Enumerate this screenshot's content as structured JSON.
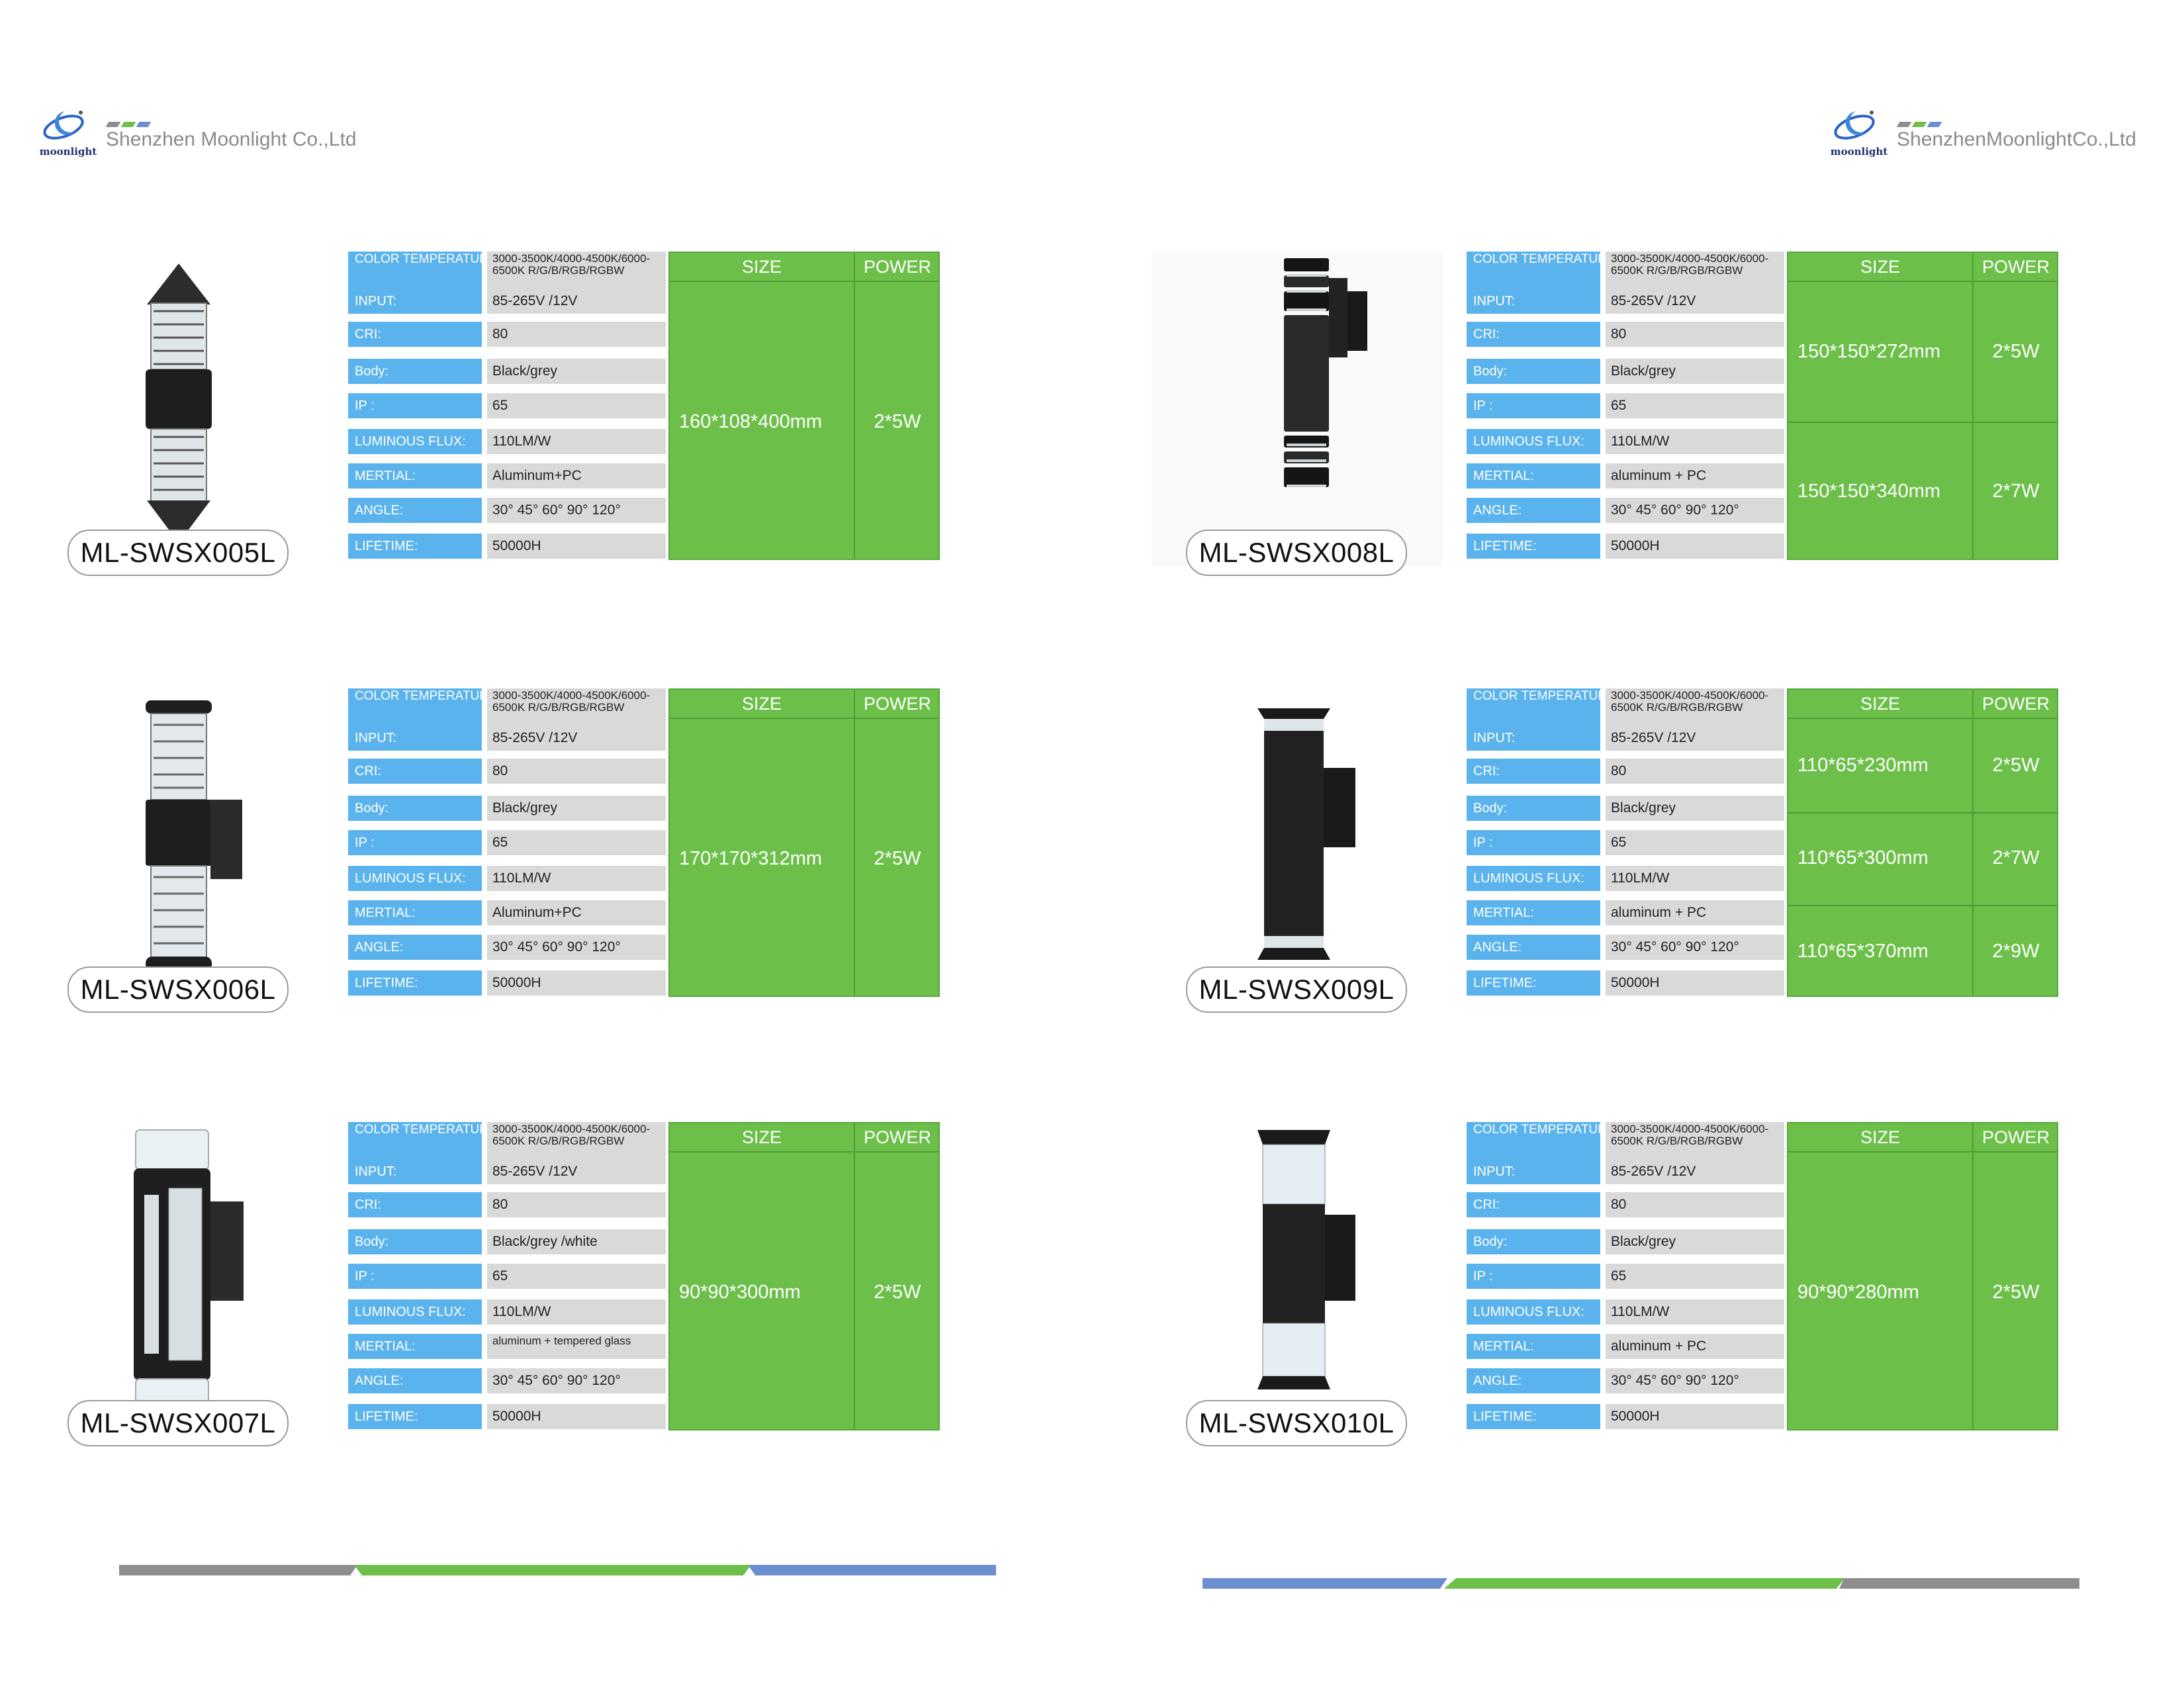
{
  "pages": [
    {
      "company": "Shenzhen Moonlight Co.,Ltd",
      "logo_text": "moonlight",
      "products": [
        {
          "model": "ML-SWSX005L",
          "specs": [
            {
              "label": "COLOR TEMPERATURE:",
              "value": "3000-3500K/4000-4500K/6000-6500K R/G/B/RGB/RGBW"
            },
            {
              "label": "INPUT:",
              "value": "85-265V /12V"
            },
            {
              "label": "CRI:",
              "value": "80"
            },
            {
              "label": "Body:",
              "value": "Black/grey"
            },
            {
              "label": "IP :",
              "value": "65"
            },
            {
              "label": "LUMINOUS FLUX:",
              "value": "110LM/W"
            },
            {
              "label": "MERTIAL:",
              "value": "Aluminum+PC"
            },
            {
              "label": "ANGLE:",
              "value": "30° 45° 60° 90° 120°"
            },
            {
              "label": "LIFETIME:",
              "value": "50000H"
            }
          ],
          "size_header": "SIZE",
          "power_header": "POWER",
          "options": [
            {
              "size": "160*108*400mm",
              "power": "2*5W"
            }
          ]
        },
        {
          "model": "ML-SWSX006L",
          "specs": [
            {
              "label": "COLOR TEMPERATURE:",
              "value": "3000-3500K/4000-4500K/6000-6500K R/G/B/RGB/RGBW"
            },
            {
              "label": "INPUT:",
              "value": "85-265V /12V"
            },
            {
              "label": "CRI:",
              "value": "80"
            },
            {
              "label": "Body:",
              "value": "Black/grey"
            },
            {
              "label": "IP :",
              "value": "65"
            },
            {
              "label": "LUMINOUS FLUX:",
              "value": "110LM/W"
            },
            {
              "label": "MERTIAL:",
              "value": "Aluminum+PC"
            },
            {
              "label": "ANGLE:",
              "value": "30° 45° 60° 90° 120°"
            },
            {
              "label": "LIFETIME:",
              "value": "50000H"
            }
          ],
          "size_header": "SIZE",
          "power_header": "POWER",
          "options": [
            {
              "size": "170*170*312mm",
              "power": "2*5W"
            }
          ]
        },
        {
          "model": "ML-SWSX007L",
          "specs": [
            {
              "label": "COLOR TEMPERATURE:",
              "value": "3000-3500K/4000-4500K/6000-6500K R/G/B/RGB/RGBW"
            },
            {
              "label": "INPUT:",
              "value": "85-265V /12V"
            },
            {
              "label": "CRI:",
              "value": "80"
            },
            {
              "label": "Body:",
              "value": "Black/grey /white"
            },
            {
              "label": "IP :",
              "value": "65"
            },
            {
              "label": "LUMINOUS FLUX:",
              "value": "110LM/W"
            },
            {
              "label": "MERTIAL:",
              "value": "aluminum + tempered glass"
            },
            {
              "label": "ANGLE:",
              "value": "30° 45° 60° 90° 120°"
            },
            {
              "label": "LIFETIME:",
              "value": "50000H"
            }
          ],
          "size_header": "SIZE",
          "power_header": "POWER",
          "options": [
            {
              "size": "90*90*300mm",
              "power": "2*5W"
            }
          ]
        }
      ]
    },
    {
      "company": "ShenzhenMoonlightCo.,Ltd",
      "logo_text": "moonlight",
      "products": [
        {
          "model": "ML-SWSX008L",
          "specs": [
            {
              "label": "COLOR TEMPERATURE:",
              "value": "3000-3500K/4000-4500K/6000-6500K R/G/B/RGB/RGBW"
            },
            {
              "label": "INPUT:",
              "value": "85-265V /12V"
            },
            {
              "label": "CRI:",
              "value": "80"
            },
            {
              "label": "Body:",
              "value": "Black/grey"
            },
            {
              "label": "IP :",
              "value": "65"
            },
            {
              "label": "LUMINOUS FLUX:",
              "value": "110LM/W"
            },
            {
              "label": "MERTIAL:",
              "value": "aluminum + PC"
            },
            {
              "label": "ANGLE:",
              "value": "30° 45° 60° 90° 120°"
            },
            {
              "label": "LIFETIME:",
              "value": "50000H"
            }
          ],
          "size_header": "SIZE",
          "power_header": "POWER",
          "options": [
            {
              "size": "150*150*272mm",
              "power": "2*5W"
            },
            {
              "size": "150*150*340mm",
              "power": "2*7W"
            }
          ]
        },
        {
          "model": "ML-SWSX009L",
          "specs": [
            {
              "label": "COLOR TEMPERATURE:",
              "value": "3000-3500K/4000-4500K/6000-6500K R/G/B/RGB/RGBW"
            },
            {
              "label": "INPUT:",
              "value": "85-265V /12V"
            },
            {
              "label": "CRI:",
              "value": "80"
            },
            {
              "label": "Body:",
              "value": "Black/grey"
            },
            {
              "label": "IP :",
              "value": "65"
            },
            {
              "label": "LUMINOUS FLUX:",
              "value": "110LM/W"
            },
            {
              "label": "MERTIAL:",
              "value": "aluminum + PC"
            },
            {
              "label": "ANGLE:",
              "value": "30° 45° 60° 90° 120°"
            },
            {
              "label": "LIFETIME:",
              "value": "50000H"
            }
          ],
          "size_header": "SIZE",
          "power_header": "POWER",
          "options": [
            {
              "size": "110*65*230mm",
              "power": "2*5W"
            },
            {
              "size": "110*65*300mm",
              "power": "2*7W"
            },
            {
              "size": "110*65*370mm",
              "power": "2*9W"
            }
          ]
        },
        {
          "model": "ML-SWSX010L",
          "specs": [
            {
              "label": "COLOR TEMPERATURE:",
              "value": "3000-3500K/4000-4500K/6000-6500K R/G/B/RGB/RGBW"
            },
            {
              "label": "INPUT:",
              "value": "85-265V /12V"
            },
            {
              "label": "CRI:",
              "value": "80"
            },
            {
              "label": "Body:",
              "value": "Black/grey"
            },
            {
              "label": "IP :",
              "value": "65"
            },
            {
              "label": "LUMINOUS FLUX:",
              "value": "110LM/W"
            },
            {
              "label": "MERTIAL:",
              "value": "aluminum + PC"
            },
            {
              "label": "ANGLE:",
              "value": "30° 45° 60° 90° 120°"
            },
            {
              "label": "LIFETIME:",
              "value": "50000H"
            }
          ],
          "size_header": "SIZE",
          "power_header": "POWER",
          "options": [
            {
              "size": "90*90*280mm",
              "power": "2*5W"
            }
          ]
        }
      ]
    }
  ],
  "colors": {
    "spec_label": "#5ab3ec",
    "spec_value": "#d9d9d9",
    "table_green": "#6cc04a",
    "bar_grey": "#8e8e8e",
    "bar_green": "#6cc04a",
    "bar_blue": "#6b8ed0"
  },
  "icons": {
    "logo": "moonlight-logo-icon"
  }
}
